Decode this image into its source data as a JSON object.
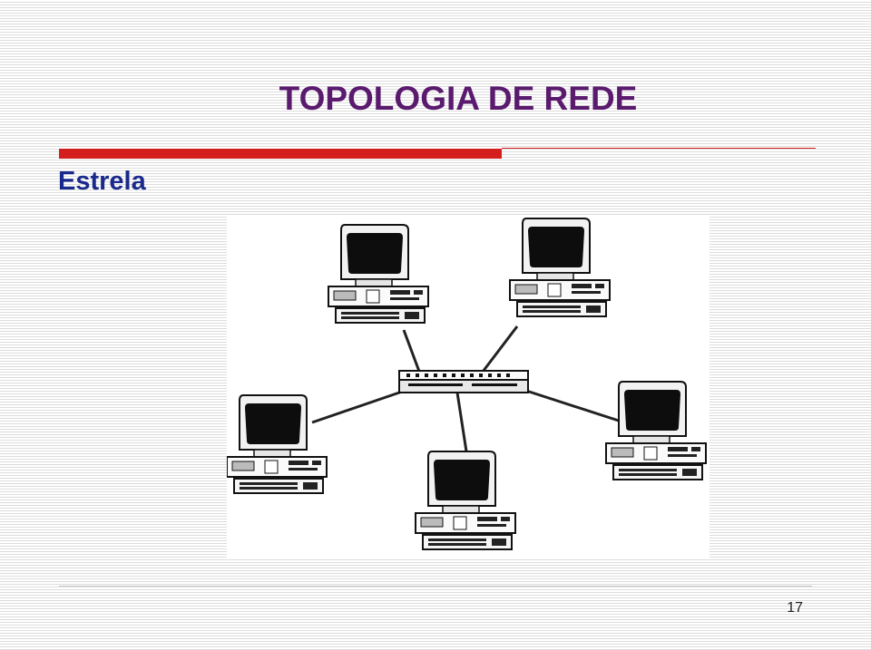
{
  "slide": {
    "title": "TOPOLOGIA DE REDE",
    "subtitle": "Estrela",
    "page_number": "17"
  },
  "diagram": {
    "topology": "star",
    "hub": {
      "icon": "network-hub-icon"
    },
    "nodes": [
      {
        "icon": "computer-icon"
      },
      {
        "icon": "computer-icon"
      },
      {
        "icon": "computer-icon"
      },
      {
        "icon": "computer-icon"
      },
      {
        "icon": "computer-icon"
      }
    ]
  },
  "colors": {
    "title": "#5a1a6e",
    "subtitle": "#1a2a8c",
    "accent_rule": "#d41e1e"
  }
}
